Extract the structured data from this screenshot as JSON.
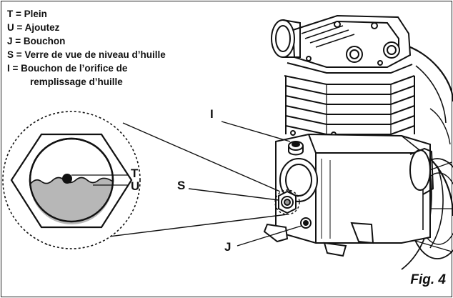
{
  "legend": {
    "t": "T = Plein",
    "u": "U = Ajoutez",
    "j": "J = Bouchon",
    "s": "S = Verre de vue de niveau d’huille",
    "i_line1": "I = Bouchon de l’orifice de",
    "i_line2": "remplissage d’huille"
  },
  "callouts": {
    "i": "I",
    "s": "S",
    "j": "J",
    "t": "T",
    "u": "U"
  },
  "figure_label": "Fig. 4"
}
